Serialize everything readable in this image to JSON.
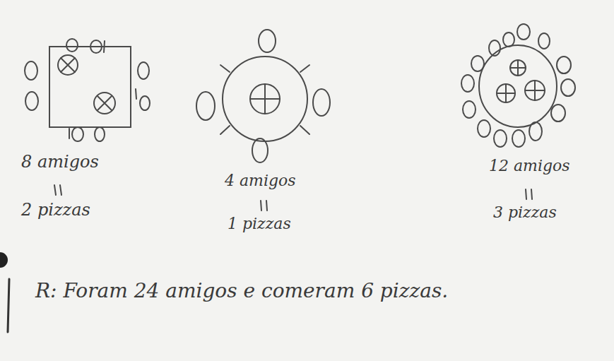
{
  "diagram": {
    "labels": [
      "8 amigos",
      "2 pizzas",
      "4 amigos",
      "1 pizzas",
      "12 amigos",
      "3 pizzas",
      "R: Foram 24 amigos e comeram 6 pizzas."
    ]
  }
}
